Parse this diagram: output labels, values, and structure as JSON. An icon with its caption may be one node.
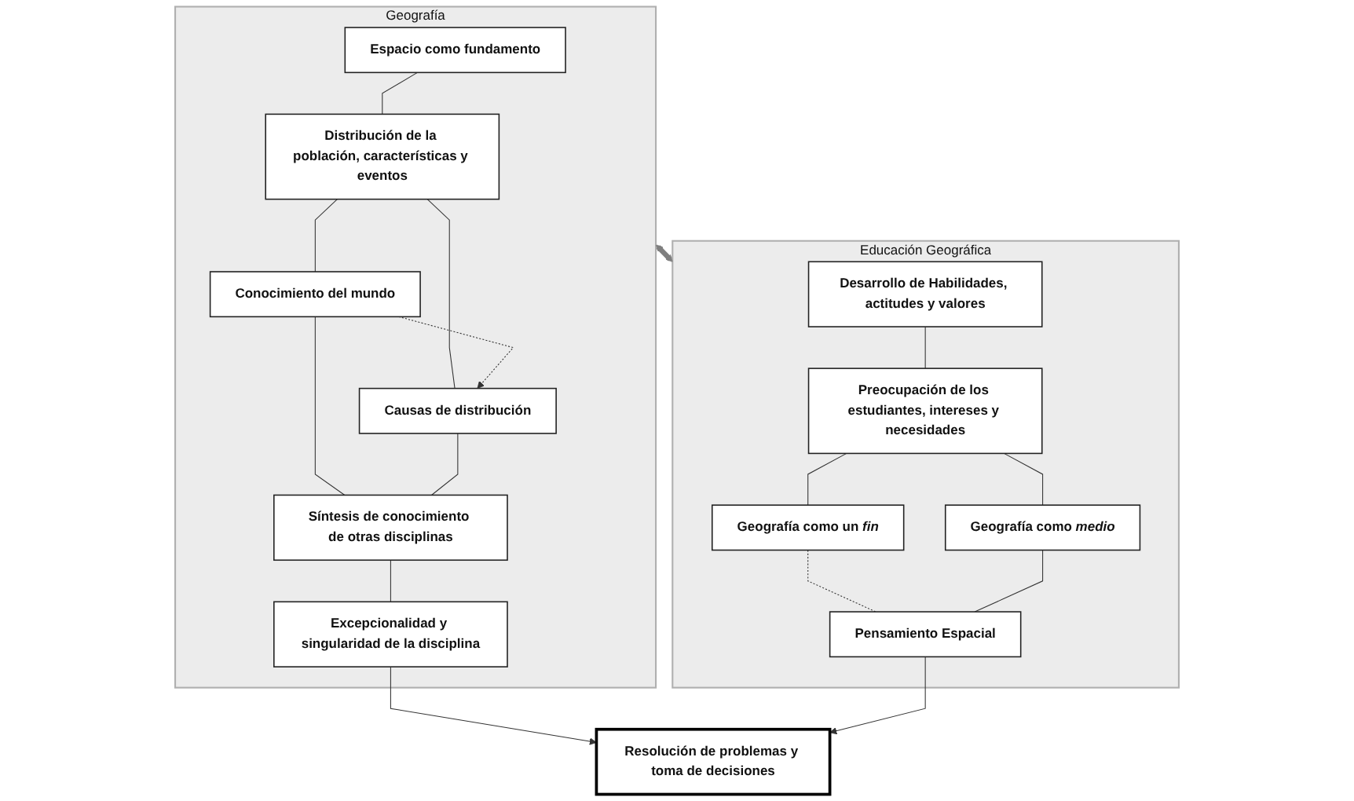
{
  "diagram": {
    "nodes": [
      {
        "text": [
          "Geografía"
        ]
      },
      {
        "text": [
          "Espacio como fundamento"
        ],
        "in": 0
      },
      {
        "text": [
          "Distribución de la población, características y eventos"
        ],
        "in": 0
      },
      {
        "text": [
          "Conocimiento del mundo"
        ],
        "in": 0
      },
      {
        "text": [
          "Causas de distribución"
        ],
        "in": 0
      },
      {
        "text": [
          "Síntesis de conocimiento de otras disciplinas"
        ],
        "in": 0
      },
      {
        "text": [
          "Excepcionalidad y singularidad de la disciplina"
        ],
        "in": 0
      },
      {
        "text": [
          "Educación Geográfica"
        ]
      },
      {
        "text": [
          "Desarrollo de Habilidades, actitudes y valores"
        ],
        "in": 7
      },
      {
        "text": [
          "Preocupación de los estudiantes, intereses y necesidades"
        ],
        "in": 7
      },
      {
        "text": [
          "Geografía como un *fin*"
        ],
        "in": 7
      },
      {
        "text": [
          "Geografía como *medio*"
        ],
        "in": 7
      },
      {
        "text": [
          "Pensamiento Espacial"
        ],
        "in": 7
      },
      {
        "text": [
          "Resolución de problemas y toma de decisiones"
        ]
      }
    ],
    "edges": [
      {
        "from": 1,
        "to": 2,
        "arrow": "none"
      },
      {
        "from": 2,
        "to": 3,
        "arrow": "none"
      },
      {
        "from": 2,
        "to": 4,
        "arrow": "none"
      },
      {
        "from": 3,
        "to": 4,
        "arrow": "to",
        "style": "dashed"
      },
      {
        "from": 3,
        "to": 5,
        "arrow": "none"
      },
      {
        "from": 4,
        "to": 5,
        "arrow": "none"
      },
      {
        "from": 5,
        "to": 6,
        "arrow": "none"
      },
      {
        "from": 6,
        "to": 13,
        "arrow": "to"
      },
      {
        "from": 0,
        "to": 7,
        "arrow": "both",
        "style": "thick",
        "color": "#7f7f7f"
      },
      {
        "from": 8,
        "to": 9,
        "arrow": "none"
      },
      {
        "from": 9,
        "to": 10,
        "arrow": "none"
      },
      {
        "from": 9,
        "to": 11,
        "arrow": "none"
      },
      {
        "from": 10,
        "to": 12,
        "arrow": "none",
        "style": "dashed"
      },
      {
        "from": 11,
        "to": 12,
        "arrow": "none"
      },
      {
        "from": 12,
        "to": 13,
        "arrow": "to"
      }
    ]
  }
}
